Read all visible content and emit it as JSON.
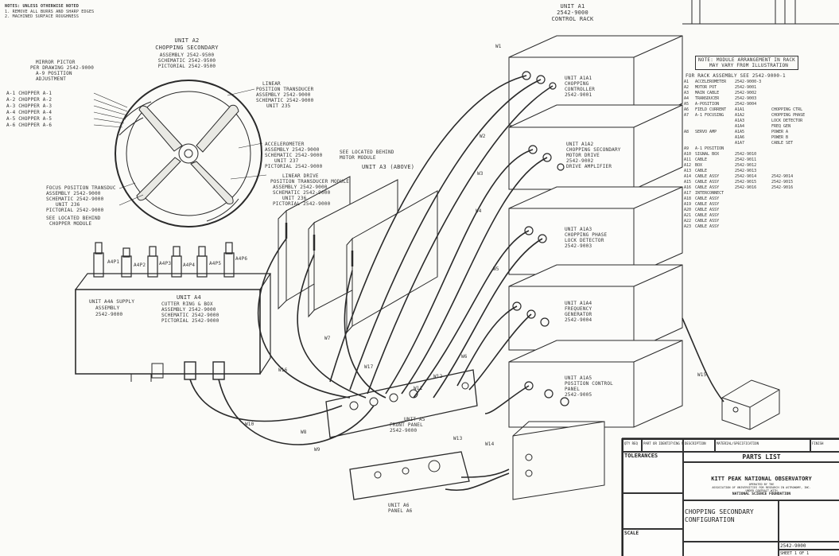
{
  "notes": {
    "title": "NOTES: UNLESS OTHERWISE NOTED",
    "lines": [
      "1. REMOVE ALL BURRS AND SHARP EDGES",
      "2. MACHINED SURFACE ROUGHNESS"
    ]
  },
  "units": {
    "unit_a1": {
      "name": "UNIT A1",
      "part": "2542-9000",
      "desc": "CONTROL RACK"
    },
    "unit_a2": {
      "name": "UNIT A2",
      "desc": "CHOPPING SECONDARY",
      "lines": [
        "ASSEMBLY 2542-9500",
        "SCHEMATIC 2542-9500",
        "PICTORIAL 2542-9500"
      ]
    },
    "unit_a3": {
      "name": "UNIT A3 (ABOVE)"
    },
    "unit_a4": {
      "name": "UNIT A4",
      "lines": [
        "CUTTER RING & BOX",
        "ASSEMBLY 2542-9000",
        "SCHEMATIC 2542-9000",
        "PICTORIAL 2542-9000"
      ]
    },
    "unit_a5": {
      "name": "UNIT A5",
      "lines": [
        "FRONT PANEL",
        "2542-9000"
      ]
    },
    "unit_a6": {
      "name": "UNIT A6",
      "lines": [
        "PANEL A6"
      ]
    }
  },
  "callouts": {
    "mirror_left": [
      "MIRROR PICTOR",
      "PER DRAWING 2542-9000",
      "A-9 POSITION",
      "ADJUSTMENT"
    ],
    "mirror_left_list": [
      "A-1 CHOPPER A-1",
      "A-2 CHOPPER A-2",
      "A-3 CHOPPER A-3",
      "A-4 CHOPPER A-4",
      "A-5 CHOPPER A-5",
      "A-6 CHOPPER A-6"
    ],
    "mirror_left_lower": [
      "FOCUS POSITION TRANSDUC",
      "ASSEMBLY 2542-9000",
      "SCHEMATIC 2542-9000",
      "UNIT 236",
      "PICTORIAL 2542-9000"
    ],
    "mirror_left_lower2": [
      "SEE LOCATED BEHIND",
      "CHOPPER MODULE"
    ],
    "mirror_right": [
      "LINEAR",
      "POSITION TRANSDUCER",
      "ASSEMBLY 2542-9000",
      "SCHEMATIC 2542-9000",
      "UNIT 235"
    ],
    "mirror_right2": [
      "ACCELEROMETER",
      "ASSEMBLY 2542-9000",
      "SCHEMATIC 2542-9000",
      "UNIT 237",
      "PICTORIAL 2542-9000"
    ],
    "mirror_right2_note": [
      "SEE LOCATED BEHIND",
      "MOTOR MODULE"
    ],
    "cards_center": [
      "LINEAR DRIVE",
      "POSITION TRANSDUCER MODULE",
      "ASSEMBLY 2542-9000",
      "SCHEMATIC 2542-9000",
      "UNIT 236",
      "PICTORIAL 2542-9000"
    ],
    "power_left": [
      "UNIT A4A SUPPLY",
      "ASSEMBLY",
      "2542-9000"
    ]
  },
  "rack_modules": [
    [
      "UNIT A1A1",
      "CHOPPING",
      "CONTROLLER",
      "2542-9001"
    ],
    [
      "UNIT A1A2",
      "CHOPPING SECONDARY",
      "MOTOR DRIVE",
      "2542-9002",
      "DRIVE AMPLIFIER"
    ],
    [
      "UNIT A1A3",
      "CHOPPING PHASE",
      "LOCK DETECTOR",
      "2542-9003"
    ],
    [
      "UNIT A1A4",
      "FREQUENCY",
      "GENERATOR",
      "2542-9004"
    ],
    [
      "UNIT A1A5",
      "POSITION CONTROL",
      "PANEL",
      "2542-9005"
    ]
  ],
  "parts_list": {
    "note": [
      "NOTE: MODULE ARRANGEMENT IN RACK",
      "MAY VARY FROM ILLUSTRATION"
    ],
    "header": "FOR RACK ASSEMBLY SEE 2542-9000-1",
    "rows": [
      [
        "A1",
        "ACCELEROMETER",
        "2542-9000-3",
        ""
      ],
      [
        "A2",
        "MOTOR POT",
        "2542-9001",
        ""
      ],
      [
        "A3",
        "MAIN CABLE",
        "2542-9002",
        ""
      ],
      [
        "A4",
        "TRANSDUCER",
        "2542-9003",
        ""
      ],
      [
        "A5",
        "A-POSITION",
        "2542-9004",
        ""
      ],
      [
        "A6",
        "FIELD CURRENT",
        "A1A1",
        "CHOPPING CTRL"
      ],
      [
        "A7",
        "A-1 FOCUSING",
        "A1A2",
        "CHOPPING PHASE"
      ],
      [
        "",
        "",
        "A1A3",
        "LOCK DETECTOR"
      ],
      [
        "",
        "",
        "A1A4",
        "FREQ GEN"
      ],
      [
        "A8",
        "SERVO AMP",
        "A1A5",
        "POWER A"
      ],
      [
        "",
        "",
        "A1A6",
        "POWER B"
      ],
      [
        "",
        "",
        "A1A7",
        "CABLE SET"
      ],
      [
        "A9",
        "A-1 POSITION",
        "",
        ""
      ],
      [
        "A10",
        "SIGNAL BOX",
        "2542-9010",
        ""
      ],
      [
        "A11",
        "CABLE",
        "2542-9011",
        ""
      ],
      [
        "A12",
        "BOX",
        "2542-9012",
        ""
      ],
      [
        "A13",
        "CABLE",
        "2542-9013",
        ""
      ],
      [
        "A14",
        "CABLE ASSY",
        "2542-9014",
        "2542-9014"
      ],
      [
        "A15",
        "CABLE ASSY",
        "2542-9015",
        "2542-9015"
      ],
      [
        "A16",
        "CABLE ASSY",
        "2542-9016",
        "2542-9016"
      ],
      [
        "A17",
        "INTERCONNECT",
        "",
        ""
      ],
      [
        "A18",
        "CABLE ASSY",
        "",
        ""
      ],
      [
        "A19",
        "CABLE ASSY",
        "",
        ""
      ],
      [
        "A20",
        "CABLE ASSY",
        "",
        ""
      ],
      [
        "A21",
        "CABLE ASSY",
        "",
        ""
      ],
      [
        "A22",
        "CABLE ASSY",
        "",
        ""
      ],
      [
        "A23",
        "CABLE ASSY",
        "",
        ""
      ]
    ]
  },
  "title_block": {
    "parts_list_label": "PARTS LIST",
    "tolerances": "TOLERANCES",
    "observatory": "KITT PEAK NATIONAL OBSERVATORY",
    "sub1": "OPERATED BY THE",
    "sub2": "ASSOCIATION OF UNIVERSITIES FOR RESEARCH IN ASTRONOMY, INC.",
    "sub3": "UNDER CONTRACT WITH",
    "sub4": "NATIONAL SCIENCE FOUNDATION",
    "title_line1": "CHOPPING SECONDARY",
    "title_line2": "CONFIGURATION",
    "scale_label": "SCALE",
    "dwg_no": "2542-9000",
    "col_headers": [
      "QTY REQ",
      "PART OR IDENTIFYING NO.",
      "DESCRIPTION",
      "MATERIAL/SPECIFICATION"
    ],
    "material": "FINISH",
    "sheet": "SHEET 1 OF 1"
  },
  "panel_labels": [
    "A4P1",
    "A4P2",
    "A4P3",
    "A4P4",
    "A4P5",
    "A4P6"
  ],
  "cable_labels": [
    "W1",
    "W2",
    "W3",
    "W4",
    "W5",
    "W6",
    "W7",
    "W8",
    "W9",
    "W10",
    "W11",
    "W12",
    "W13",
    "W14",
    "W15",
    "W16",
    "W17"
  ]
}
